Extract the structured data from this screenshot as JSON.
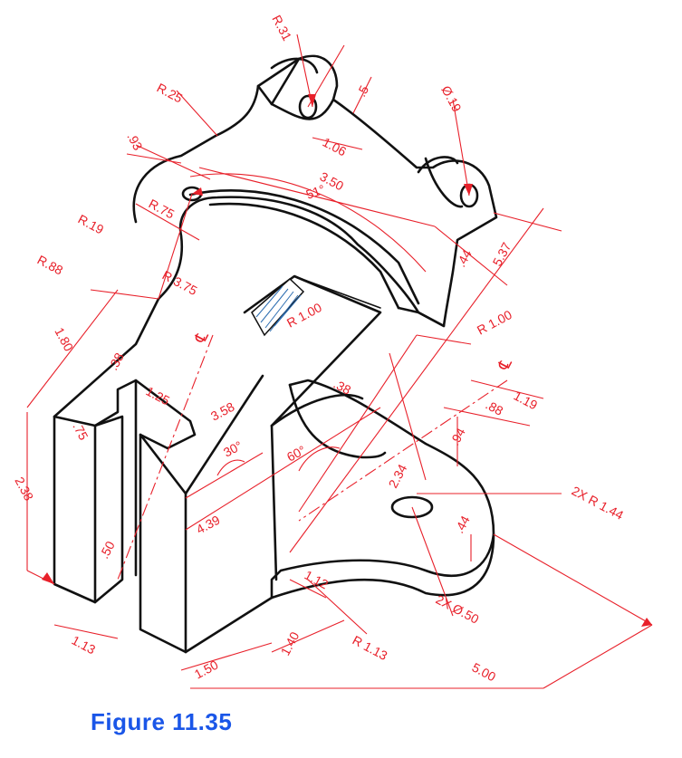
{
  "figure_caption": "Figure 11.35",
  "colors": {
    "object_lines": "#111111",
    "dimension_lines": "#e8202a",
    "caption": "#1a56e8",
    "hatch": "#2b6cb0"
  },
  "dimensions": {
    "r31": "R.31",
    "d5": ".5",
    "d019": "Ø.19",
    "r25": "R.25",
    "d93": ".93",
    "d106": "1.06",
    "d350": "3.50",
    "a51": "51°",
    "r19": "R.19",
    "r75": "R.75",
    "d44a": ".44",
    "d537": "5.37",
    "r88": "R.88",
    "r375": "R 3.75",
    "r100a": "R 1.00",
    "r100b": "R 1.00",
    "cl1": "℄",
    "cl2": "℄",
    "d180": "1.80",
    "d38a": ".38",
    "d38b": ".38",
    "d125": "1.25",
    "d358": "3.58",
    "d119": "1.19",
    "d88": ".88",
    "d94": ".94",
    "d75": ".75",
    "a30": "30°",
    "a60": "60°",
    "d234": "2.34",
    "r144": "2X R 1.44",
    "d238": "2.38",
    "d439": "4.39",
    "d44b": ".44",
    "d50": ".50",
    "d112": "1.12",
    "d050": "2X Ø.50",
    "d113": "1.13",
    "d140": "1.40",
    "r113": "R 1.13",
    "d150": "1.50",
    "d500": "5.00"
  }
}
